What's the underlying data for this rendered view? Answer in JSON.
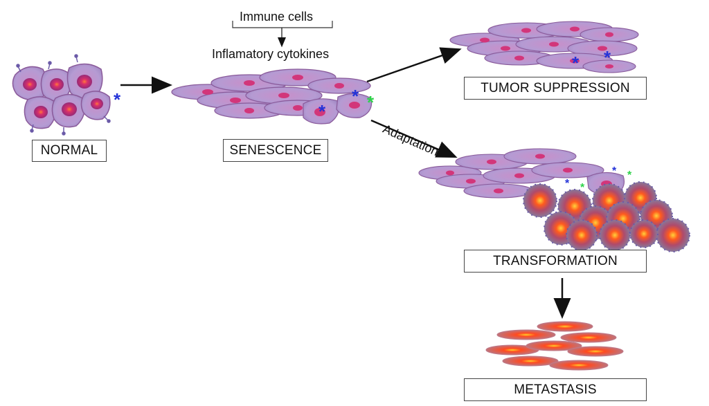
{
  "stages": {
    "normal": "NORMAL",
    "senescence": "SENESCENCE",
    "tumor_suppression": "TUMOR SUPPRESSION",
    "transformation": "TRANSFORMATION",
    "metastasis": "METASTASIS"
  },
  "annotations": {
    "immune_cells": "Immune cells",
    "inflammatory_cytokines": "Inflamatory cytokines",
    "adaptation": "Adaptation"
  },
  "colors": {
    "cell_fill": "#b89ad0",
    "cell_edge": "#8a5a9a",
    "nucleus": "#d2367a",
    "tumor_fill": "#7f86a8",
    "tumor_core": "#ff5a1e",
    "marker_blue": "#2433d8",
    "marker_green": "#2fd24a",
    "arrow": "#111111"
  }
}
